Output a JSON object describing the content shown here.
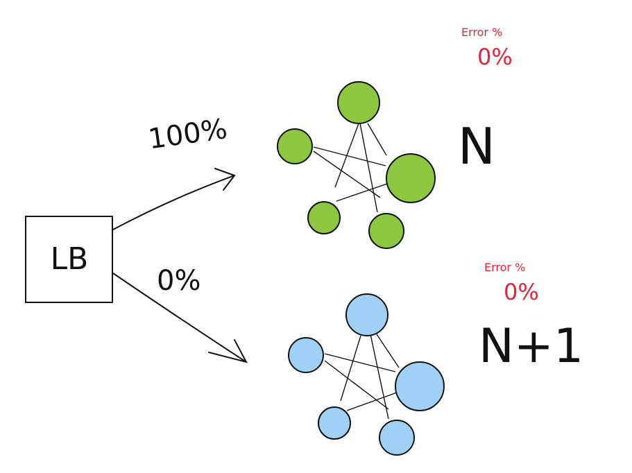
{
  "load_balancer": {
    "label": "LB"
  },
  "routes": [
    {
      "percent_label": "100%"
    },
    {
      "percent_label": "0%"
    }
  ],
  "clusters": [
    {
      "version_label": "N",
      "error_title": "Error %",
      "error_value": "0%",
      "color": "#8dc63f"
    },
    {
      "version_label": "N+1",
      "error_title": "Error %",
      "error_value": "0%",
      "color": "#9fd0f5"
    }
  ],
  "colors": {
    "ink": "#111111",
    "error": "#e0243a"
  }
}
